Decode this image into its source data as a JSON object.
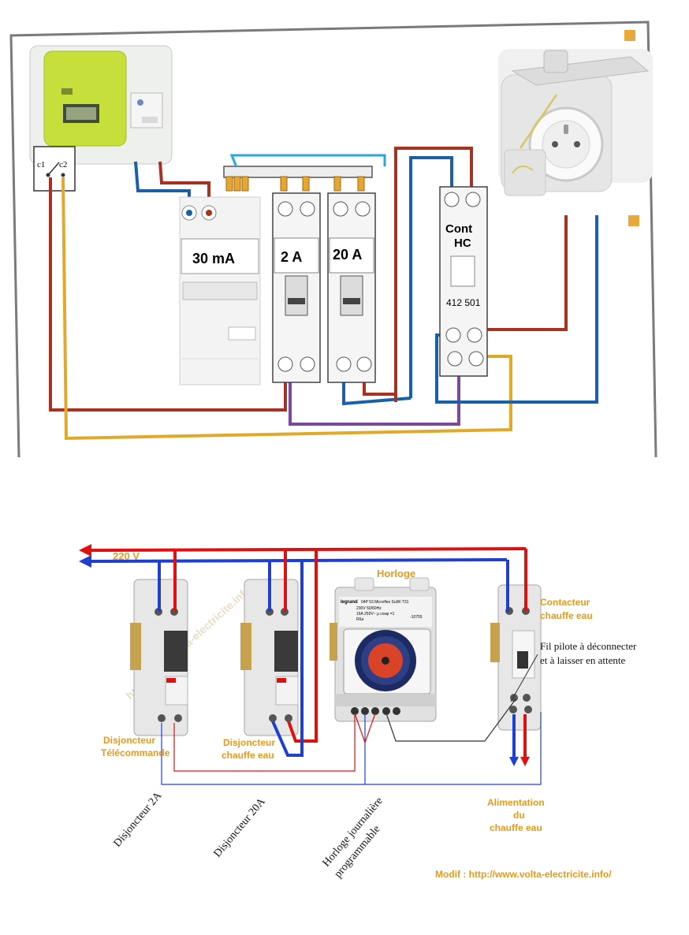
{
  "top": {
    "switch_labels": {
      "c1": "c1",
      "c2": "c2"
    },
    "breakers": [
      {
        "rating": "30 mA"
      },
      {
        "rating": "2 A"
      },
      {
        "rating": "20 A"
      }
    ],
    "contactor": {
      "line1": "Cont",
      "line2": "HC",
      "ref": "412 501"
    }
  },
  "bottom": {
    "voltage": "220 V",
    "watermark": "http://www.volta-electricite.info/",
    "labels": {
      "horloge": "Horloge",
      "contacteur_l1": "Contacteur",
      "contacteur_l2": "chauffe eau",
      "fil_pilote_l1": "Fil pilote à déconnecter",
      "fil_pilote_l2": "et à laisser en attente",
      "disj_tel_l1": "Disjoncteur",
      "disj_tel_l2": "Télécommande",
      "disj_ce_l1": "Disjoncteur",
      "disj_ce_l2": "chauffe eau",
      "alim_l1": "Alimentation",
      "alim_l2": "du",
      "alim_l3": "chauffe eau",
      "rot_2a": "Disjoncteur 2A",
      "rot_20a": "Disjoncteur 20A",
      "rot_horloge_l1": "Horloge journalière",
      "rot_horloge_l2": "programmable",
      "modif": "Modif : http://www.volta-electricite.info/"
    },
    "clock_face": {
      "brand": "legrand",
      "line1": "04P 53 Microflex SuWi T31",
      "line2": "230V 50/60Hz",
      "line3": "16A 250V~ μ cosφ =1",
      "line4": "R6a",
      "ref": "-10755"
    }
  },
  "colors": {
    "live": "#e01010",
    "neutral": "#1f3fd0",
    "wire_brown": "#a83222",
    "wire_blue": "#1a5fa8",
    "wire_yellow": "#e0a92a",
    "wire_purple": "#7a4a9a",
    "label_orange": "#e39a1a"
  }
}
